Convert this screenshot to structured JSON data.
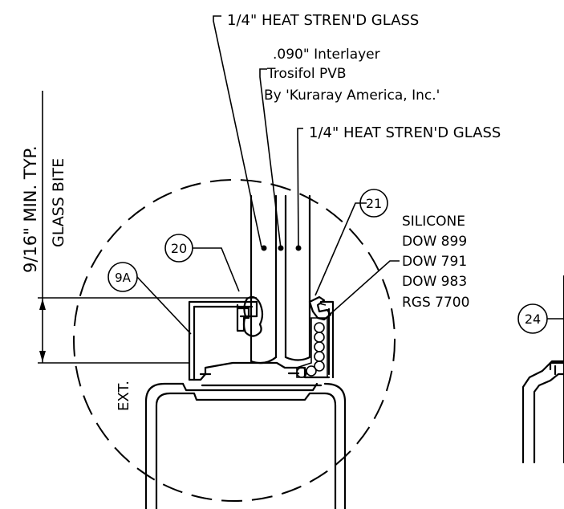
{
  "notes": {
    "glass_outer": "1/4\" HEAT STREN'D GLASS",
    "interlayer_line1": ".090\" Interlayer",
    "interlayer_line2": "Trosifol PVB",
    "interlayer_line3": "By 'Kuraray America, Inc.'",
    "glass_inner": "1/4\" HEAT STREN'D GLASS",
    "dimension_value": "9/16\" MIN. TYP.",
    "dimension_label": "GLASS BITE",
    "sealant_title": "SILICONE",
    "sealant_options": [
      "DOW 899",
      "DOW 791",
      "DOW 983",
      "RGS 7700"
    ],
    "exterior_label": "EXT."
  },
  "callouts": [
    "20",
    "21",
    "9A",
    "24"
  ]
}
